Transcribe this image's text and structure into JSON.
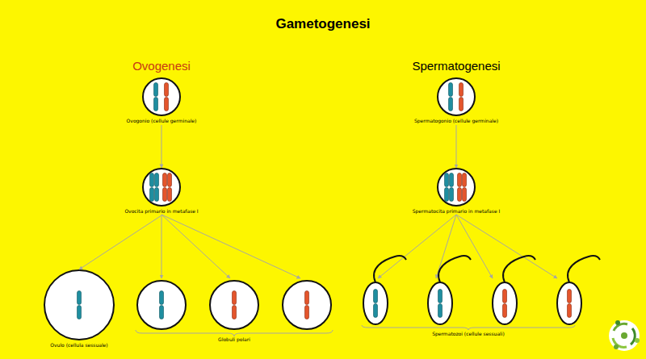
{
  "diagram": {
    "title": "Gametogenesi",
    "nodes": [
      {
        "text": [
          "Ovogonio (cellule germinale)"
        ]
      },
      {
        "text": [
          "Ovocita primario in metafase I"
        ]
      },
      {
        "text": [
          "Ovulo (cellula sessuale)"
        ]
      },
      {
        "text": [
          "Spermatogonio (cellule germinale)"
        ]
      },
      {
        "text": [
          "Spermatocita primario in metafase I"
        ]
      }
    ],
    "edges": [
      {
        "from": 0,
        "to": 1,
        "arrow": "to"
      },
      {
        "from": 1,
        "to": 2,
        "arrow": "to"
      },
      {
        "from": 3,
        "to": 4,
        "arrow": "to"
      }
    ],
    "labels": [
      "Ovogenesi",
      "Spermatogenesi",
      "Globuli polari",
      "Spermatozoi (cellule sessuali)"
    ]
  }
}
